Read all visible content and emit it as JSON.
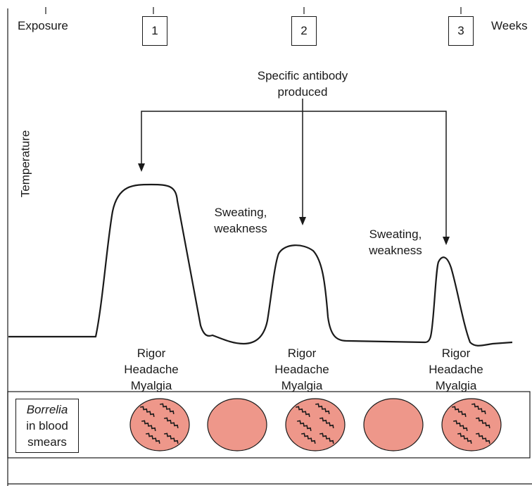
{
  "timeline": {
    "start_label": "Exposure",
    "unit_label": "Weeks",
    "week_markers": [
      "1",
      "2",
      "3"
    ]
  },
  "y_axis_label": "Temperature",
  "antibody_label": [
    "Specific antibody",
    "produced"
  ],
  "sweating_labels": [
    [
      "Sweating,",
      "weakness"
    ],
    [
      "Sweating,",
      "weakness"
    ]
  ],
  "episodes": [
    {
      "lines": [
        "Rigor",
        "Headache",
        "Myalgia"
      ],
      "peak": "high"
    },
    {
      "lines": [
        "Rigor",
        "Headache",
        "Myalgia"
      ],
      "peak": "medium"
    },
    {
      "lines": [
        "Rigor",
        "Headache",
        "Myalgia"
      ],
      "peak": "low"
    }
  ],
  "blood_smear": {
    "label_italic": "Borrelia",
    "label_lines": [
      "in blood",
      "smears"
    ],
    "smears": [
      {
        "spirochetes_present": true
      },
      {
        "spirochetes_present": false
      },
      {
        "spirochetes_present": true
      },
      {
        "spirochetes_present": false
      },
      {
        "spirochetes_present": true
      }
    ],
    "smear_color": "#ee978a"
  },
  "colors": {
    "line": "#1a1a1a",
    "background": "#ffffff"
  }
}
